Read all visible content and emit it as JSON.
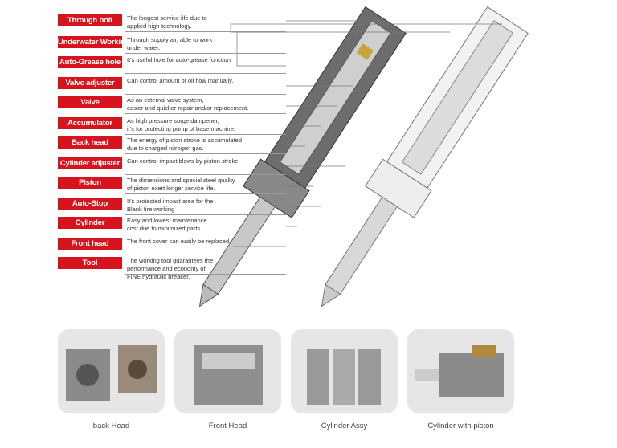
{
  "features": [
    {
      "label": "Through bolt",
      "desc": "The longest service life due to\napplied high-technology."
    },
    {
      "label": "Underwater Working",
      "desc": "Through supply air, able to work\nunder water."
    },
    {
      "label": "Auto-Grease hole",
      "desc": "It's useful hole for auto-grease function"
    },
    {
      "label": "Valve adjuster",
      "desc": "Can control amount of oil flow manually."
    },
    {
      "label": "Valve",
      "desc": "As an external valve system,\neasier and quicker repair and/or replacement."
    },
    {
      "label": "Accumulator",
      "desc": "As high pressure surge dampener,\nit's for protecting pump of base machine."
    },
    {
      "label": "Back head",
      "desc": "The energy of piston stroke is accumulated\ndue to charged nitrogen gas."
    },
    {
      "label": "Cylinder adjuster",
      "desc": "Can control impact blows by piston stroke"
    },
    {
      "label": "Piston",
      "desc": "The dimensions and special steel quality\nof piston exert longer service life."
    },
    {
      "label": "Auto-Stop",
      "desc": "It's protected impact area for the\nBlank fire working"
    },
    {
      "label": "Cylinder",
      "desc": "Easy and lowest maintenance\ncost due to minimized parts."
    },
    {
      "label": "Front head",
      "desc": "The front cover can easily be replaced."
    },
    {
      "label": "Tool",
      "desc": "The working tool guarantees the\nperformance and economy of\nFINE hydraulic breaker."
    }
  ],
  "parts": [
    {
      "caption": "back Head"
    },
    {
      "caption": "Front Head"
    },
    {
      "caption": "Cylinder Assy"
    },
    {
      "caption": "Cylinder with piston"
    }
  ],
  "colors": {
    "label_bg": "#d7141d",
    "card_bg": "#e6e6e6"
  }
}
